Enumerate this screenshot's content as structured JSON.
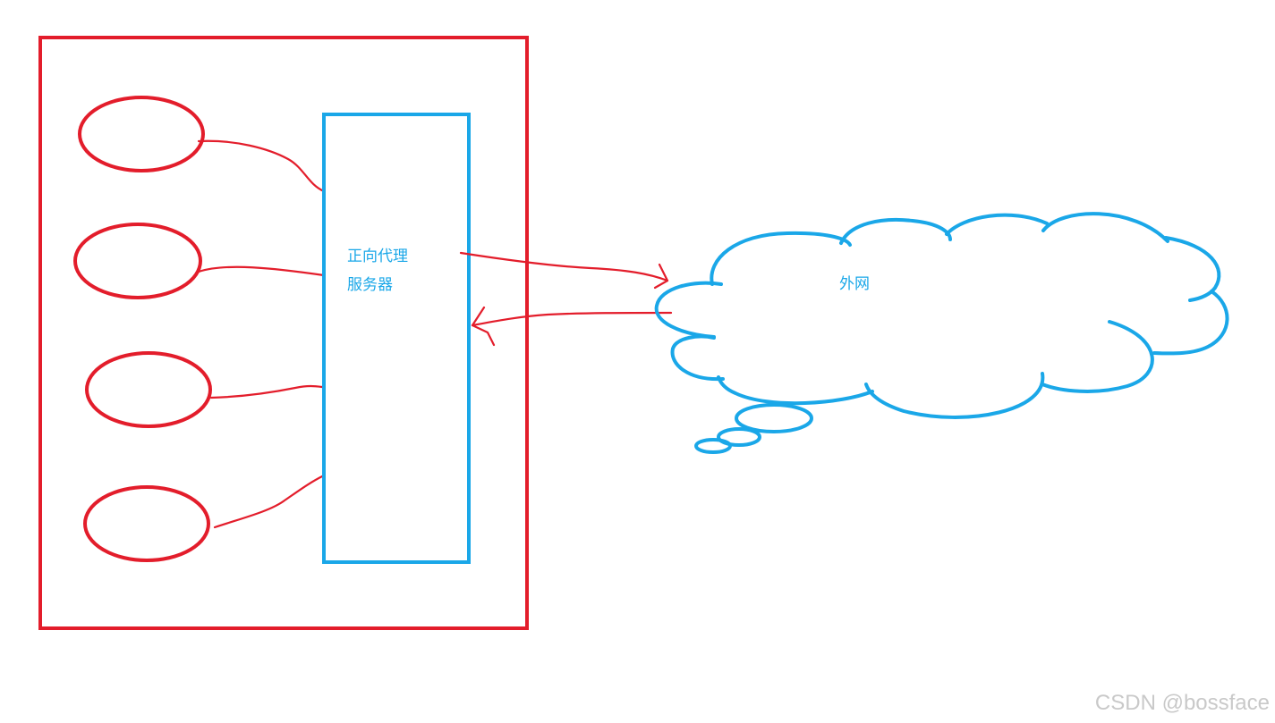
{
  "colors": {
    "client_side": "#e31d2b",
    "proxy_and_cloud": "#1aa7e8",
    "watermark": "#c9c9c9"
  },
  "proxy": {
    "label_line1": "正向代理",
    "label_line2": "服务器"
  },
  "cloud": {
    "label": "外网"
  },
  "watermark": "CSDN @bossface"
}
